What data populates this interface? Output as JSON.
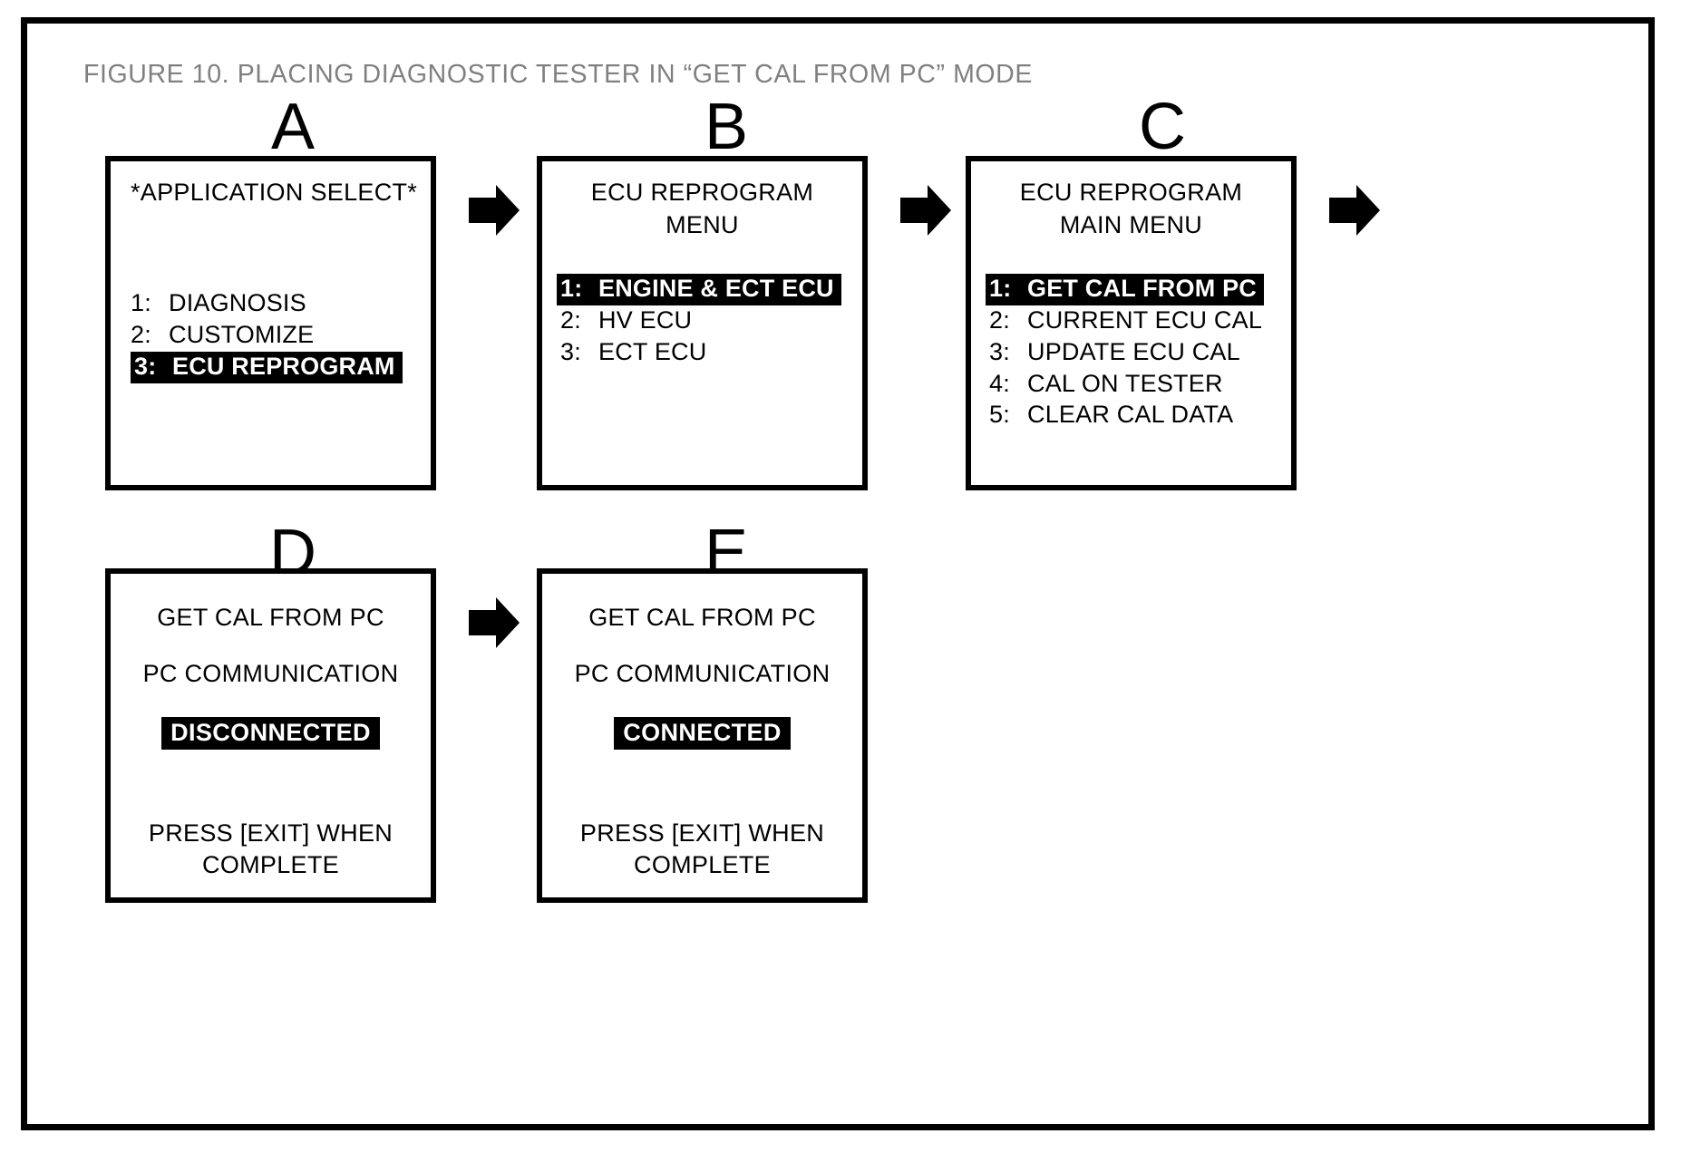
{
  "figure": {
    "title": "FIGURE 10.  PLACING DIAGNOSTIC TESTER IN “GET CAL FROM PC” MODE",
    "title_color": "#808080",
    "frame_color": "#000000",
    "background": "#ffffff",
    "highlight_bg": "#000000",
    "highlight_fg": "#ffffff"
  },
  "panels": [
    {
      "letter": "A",
      "title": "*APPLICATION SELECT*",
      "items": [
        {
          "num": "1:",
          "label": "DIAGNOSIS",
          "selected": false
        },
        {
          "num": "2:",
          "label": "CUSTOMIZE",
          "selected": false
        },
        {
          "num": "3:",
          "label": "ECU REPROGRAM",
          "selected": true
        }
      ]
    },
    {
      "letter": "B",
      "title": "ECU REPROGRAM\nMENU",
      "items": [
        {
          "num": "1:",
          "label": "ENGINE & ECT ECU",
          "selected": true
        },
        {
          "num": "2:",
          "label": "HV ECU",
          "selected": false
        },
        {
          "num": "3:",
          "label": "ECT ECU",
          "selected": false
        }
      ]
    },
    {
      "letter": "C",
      "title": "ECU REPROGRAM\nMAIN MENU",
      "items": [
        {
          "num": "1:",
          "label": "GET CAL FROM PC",
          "selected": true
        },
        {
          "num": "2:",
          "label": "CURRENT ECU CAL",
          "selected": false
        },
        {
          "num": "3:",
          "label": "UPDATE ECU CAL",
          "selected": false
        },
        {
          "num": "4:",
          "label": "CAL ON TESTER",
          "selected": false
        },
        {
          "num": "5:",
          "label": "CLEAR CAL DATA",
          "selected": false
        }
      ]
    },
    {
      "letter": "D",
      "line1": "GET CAL FROM PC",
      "line2": "PC COMMUNICATION",
      "status": "DISCONNECTED",
      "footer": "PRESS [EXIT] WHEN\nCOMPLETE"
    },
    {
      "letter": "E",
      "line1": "GET CAL FROM PC",
      "line2": "PC COMMUNICATION",
      "status": "CONNECTED",
      "footer": "PRESS [EXIT] WHEN\nCOMPLETE"
    }
  ],
  "arrows": [
    {
      "name": "arrow-a-to-b"
    },
    {
      "name": "arrow-b-to-c"
    },
    {
      "name": "arrow-c-to-next"
    },
    {
      "name": "arrow-d-to-e"
    }
  ]
}
